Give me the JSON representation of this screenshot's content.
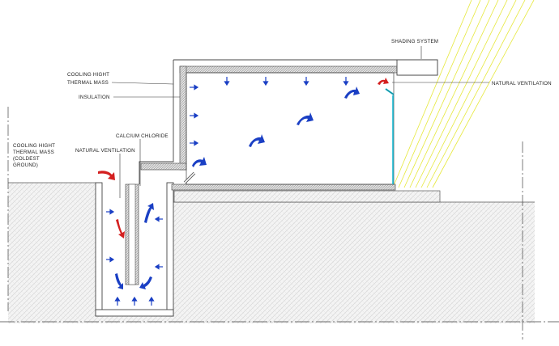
{
  "labels": {
    "shading_system": "SHADING SYSTEM",
    "natural_ventilation_right": "NATURAL VENTILATION",
    "cooling_thermal_mass_line1": "COOLING HIGHT",
    "cooling_thermal_mass_line2": "THERMAL MASS",
    "insulation": "INSULATION",
    "calcium_chloride": "CALCIUM CHLORIDE",
    "natural_ventilation_left": "NATURAL VENTILATION",
    "ground_mass_line1": "COOLING HIGHT",
    "ground_mass_line2": "THERMAL MASS",
    "ground_mass_line3": "(COLDEST",
    "ground_mass_line4": "GROUND)"
  },
  "colors": {
    "cool_air": "#1a3fc4",
    "warm_air": "#d42020",
    "glazing": "#16b8d0",
    "sun_rays": "#e6e83a",
    "insulation_hatch": "#9a9a9a",
    "ground_hatch": "#d8d8d8"
  },
  "icons": [
    "cool-air-arrow-icon",
    "warm-air-arrow-icon",
    "sun-ray-icon"
  ]
}
